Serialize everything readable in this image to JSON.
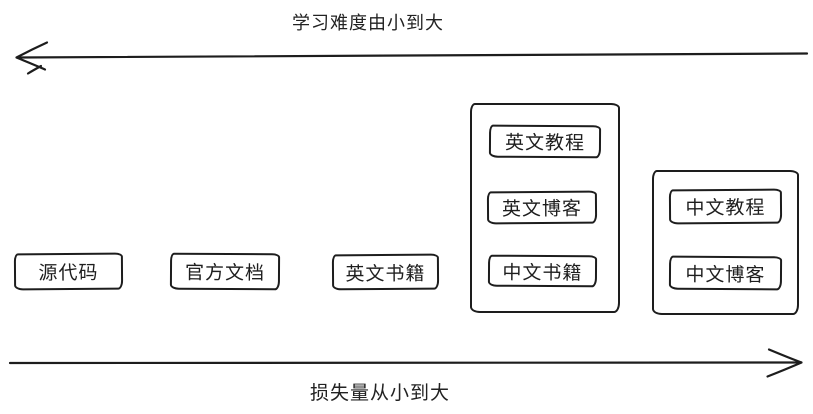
{
  "diagram": {
    "background": "#ffffff",
    "stroke_color": "#1d1d1d",
    "axes": {
      "top": {
        "label": "学习难度由小到大",
        "direction": "left"
      },
      "bottom": {
        "label": "损失量从小到大",
        "direction": "right"
      }
    },
    "standalone_boxes": [
      {
        "label": "源代码"
      },
      {
        "label": "官方文档"
      },
      {
        "label": "英文书籍"
      }
    ],
    "groups": [
      {
        "items": [
          {
            "label": "英文教程"
          },
          {
            "label": "英文博客"
          },
          {
            "label": "中文书籍"
          }
        ]
      },
      {
        "items": [
          {
            "label": "中文教程"
          },
          {
            "label": "中文博客"
          }
        ]
      }
    ]
  }
}
